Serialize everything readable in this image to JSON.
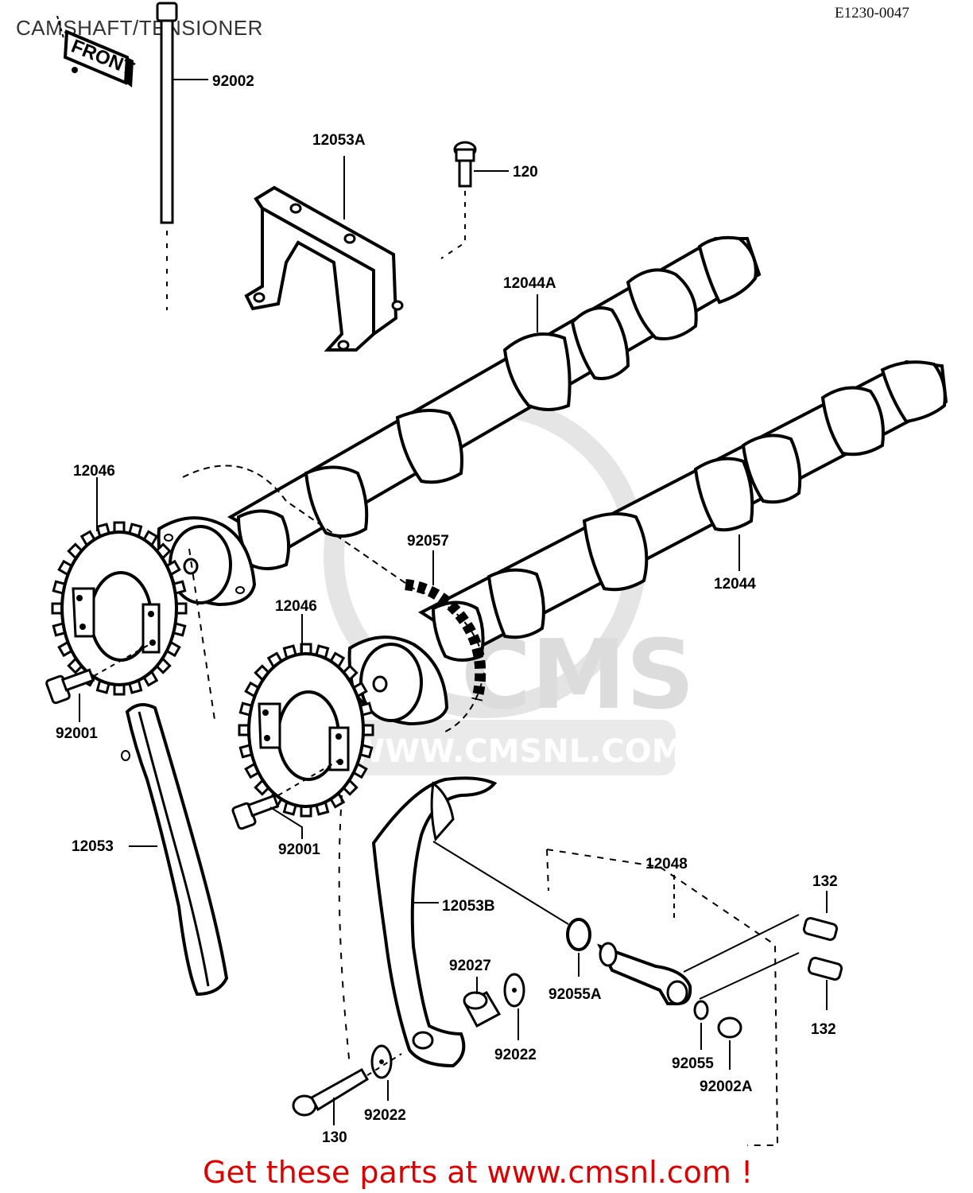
{
  "header": {
    "title": "CAMSHAFT/TENSIONER",
    "diagram_code": "E1230-0047"
  },
  "front_tag": "FRONT",
  "watermark": {
    "main": "CMS",
    "url": "WWW.CMSNL.COM"
  },
  "parts": {
    "p92002": "92002",
    "p12053A": "12053A",
    "p120": "120",
    "p12044A": "12044A",
    "p12046a": "12046",
    "p12046b": "12046",
    "p92057": "92057",
    "p12044": "12044",
    "p92001a": "92001",
    "p92001b": "92001",
    "p12053": "12053",
    "p12048": "12048",
    "p12053B": "12053B",
    "p132a": "132",
    "p132b": "132",
    "p92027": "92027",
    "p92055A": "92055A",
    "p92022a": "92022",
    "p92022b": "92022",
    "p92055": "92055",
    "p92002A": "92002A",
    "p130": "130"
  },
  "footer": {
    "link_text": "Get these parts at www.cmsnl.com !"
  },
  "colors": {
    "footer": "#dd0000",
    "watermark": "#d9d9d9",
    "ink": "#000000"
  }
}
